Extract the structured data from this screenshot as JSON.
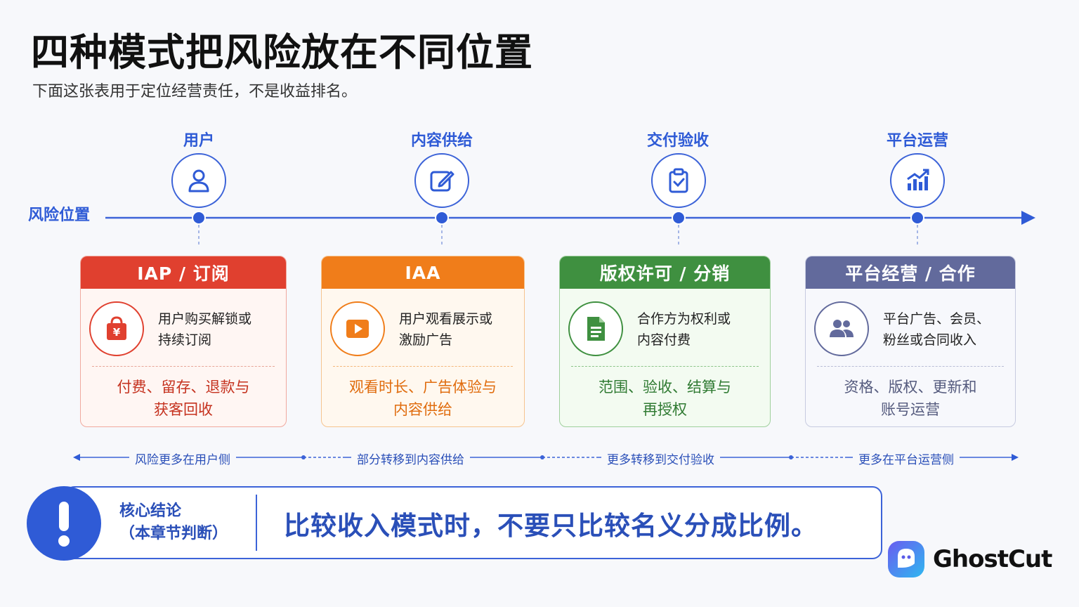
{
  "title": "四种模式把风险放在不同位置",
  "subtitle": "下面这张表用于定位经营责任，不是收益排名。",
  "axis_label": "风险位置",
  "stages": [
    {
      "name": "用户",
      "icon": "user-icon"
    },
    {
      "name": "内容供给",
      "icon": "edit-icon"
    },
    {
      "name": "交付验收",
      "icon": "clipboard-check-icon"
    },
    {
      "name": "平台运营",
      "icon": "bar-chart-icon"
    }
  ],
  "cards": [
    {
      "title": "IAP / 订阅",
      "desc_1": "用户购买解锁或",
      "desc_2": "持续订阅",
      "foot_1": "付费、留存、退款与",
      "foot_2": "获客回收",
      "icon": "shopping-bag-yen-icon",
      "color": "#e0402f"
    },
    {
      "title": "IAA",
      "desc_1": "用户观看展示或",
      "desc_2": "激励广告",
      "foot_1": "观看时长、广告体验与",
      "foot_2": "内容供给",
      "icon": "play-icon",
      "color": "#f07d1a"
    },
    {
      "title": "版权许可 / 分销",
      "desc_1": "合作方为权利或",
      "desc_2": "内容付费",
      "foot_1": "范围、验收、结算与",
      "foot_2": "再授权",
      "icon": "document-icon",
      "color": "#3f9040"
    },
    {
      "title": "平台经营 / 合作",
      "desc_1": "平台广告、会员、",
      "desc_2": "粉丝或合同收入",
      "foot_1": "资格、版权、更新和",
      "foot_2": "账号运营",
      "icon": "users-icon",
      "color": "#626a9c"
    }
  ],
  "flow_labels": [
    "风险更多在用户侧",
    "部分转移到内容供给",
    "更多转移到交付验收",
    "更多在平台运营侧"
  ],
  "conclusion": {
    "label_1": "核心结论",
    "label_2": "（本章节判断）",
    "text": "比较收入模式时，不要只比较名义分成比例。"
  },
  "brand": "GhostCut"
}
